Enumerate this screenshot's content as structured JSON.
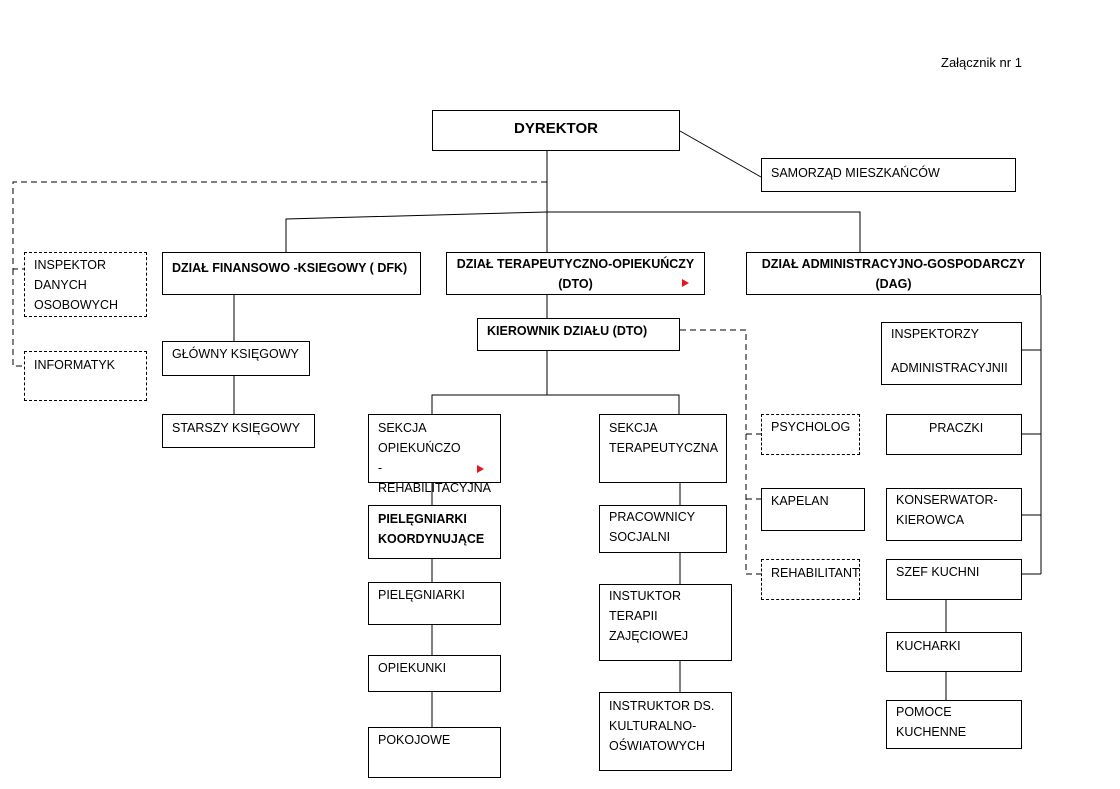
{
  "annex": "Załącznik nr 1",
  "boxes": {
    "dyrektor": "DYREKTOR",
    "samorzad": "SAMORZĄD MIESZKAŃCÓW",
    "inspektor_danych": "INSPEKTOR\nDANYCH\nOSOBOWYCH",
    "informatyk": "INFORMATYK",
    "dfk": "DZIAŁ  FINANSOWO -KSIEGOWY ( DFK)",
    "dto": "DZIAŁ TERAPEUTYCZNO-OPIEKUŃCZY\n(DTO)",
    "dag": "DZIAŁ  ADMINISTRACYJNO-GOSPODARCZY\n(DAG)",
    "glowny_ksiegowy": "GŁÓWNY KSIĘGOWY",
    "starszy_ksiegowy": "STARSZY KSIĘGOWY",
    "kierownik_dto": "KIEROWNIK DZIAŁU (DTO)",
    "sekcja_opiek": "SEKCJA\nOPIEKUŃCZO\n-REHABILITACYJNA",
    "sekcja_terap": "SEKCJA\nTERAPEUTYCZNA",
    "piel_koord": "PIELĘGNIARKI\nKOORDYNUJĄCE",
    "pielegniarki": "PIELĘGNIARKI",
    "opiekunki": "OPIEKUNKI",
    "pokojowe": "POKOJOWE",
    "pracownicy_socjalni": "PRACOWNICY\nSOCJALNI",
    "instruktor_terapii": "INSTUKTOR\nTERAPII\nZAJĘCIOWEJ",
    "instruktor_kult": "INSTRUKTOR DS.\nKULTURALNO-\nOŚWIATOWYCH",
    "psycholog": "PSYCHOLOG",
    "kapelan": "KAPELAN",
    "rehabilitant": "REHABILITANT",
    "inspektorzy_adm": "INSPEKTORZY\n\nADMINISTRACYJNII",
    "praczki": "PRACZKI",
    "konserwator": "KONSERWATOR-\nKIEROWCA",
    "szef_kuchni": "SZEF KUCHNI",
    "kucharki": "KUCHARKI",
    "pomoce_kuchenne": "POMOCE\nKUCHENNE"
  }
}
